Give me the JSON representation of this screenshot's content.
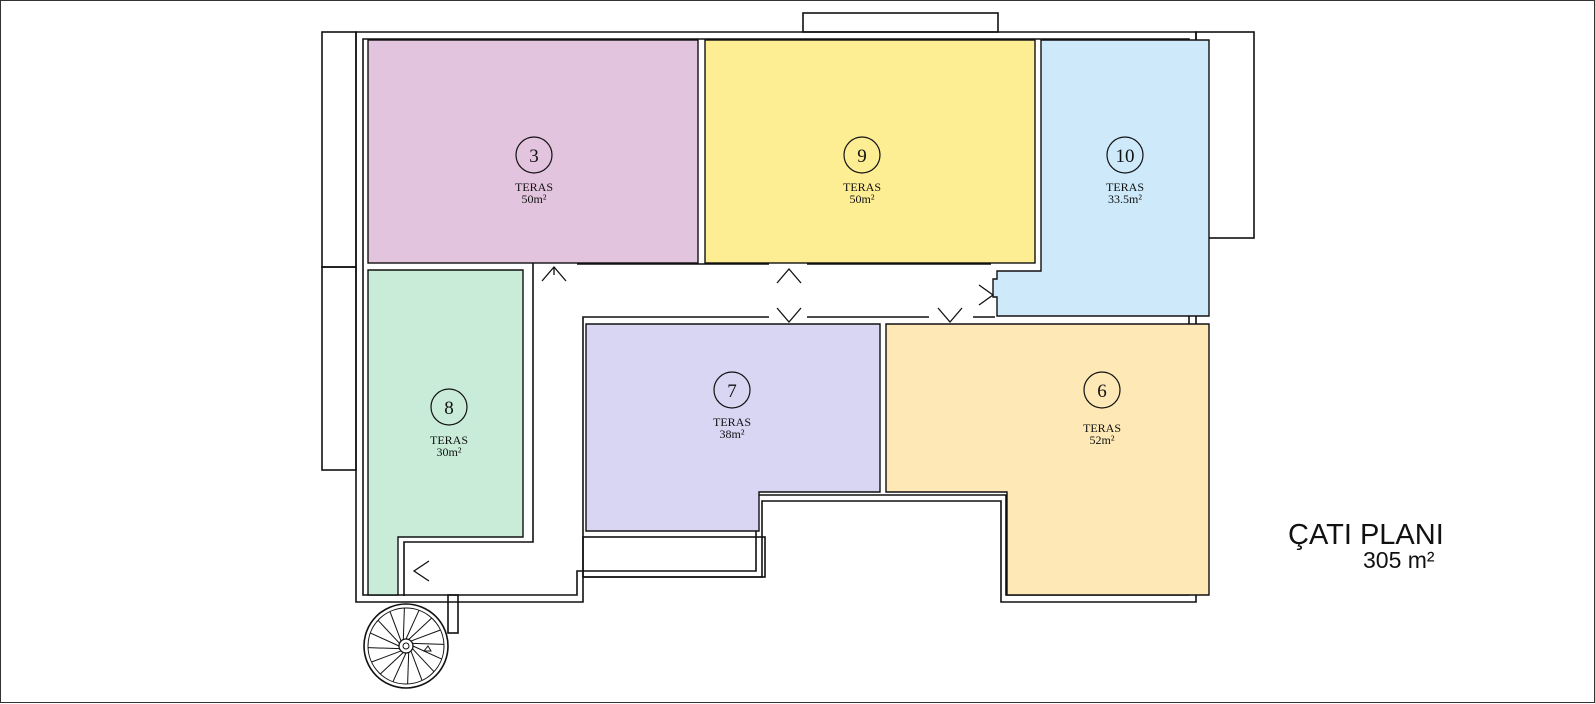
{
  "plan": {
    "title": "ÇATI PLANI",
    "total_area": "305 m²"
  },
  "rooms": [
    {
      "number": "3",
      "type": "TERAS",
      "area": "50m²",
      "color": "#e3c4de"
    },
    {
      "number": "9",
      "type": "TERAS",
      "area": "50m²",
      "color": "#fded93"
    },
    {
      "number": "10",
      "type": "TERAS",
      "area": "33.5m²",
      "color": "#cde9fa"
    },
    {
      "number": "8",
      "type": "TERAS",
      "area": "30m²",
      "color": "#c9ecd9"
    },
    {
      "number": "7",
      "type": "TERAS",
      "area": "38m²",
      "color": "#d8d6f3"
    },
    {
      "number": "6",
      "type": "TERAS",
      "area": "52m²",
      "color": "#fde8b6"
    }
  ],
  "colors": {
    "wall": "#111111",
    "background": "#ffffff"
  }
}
